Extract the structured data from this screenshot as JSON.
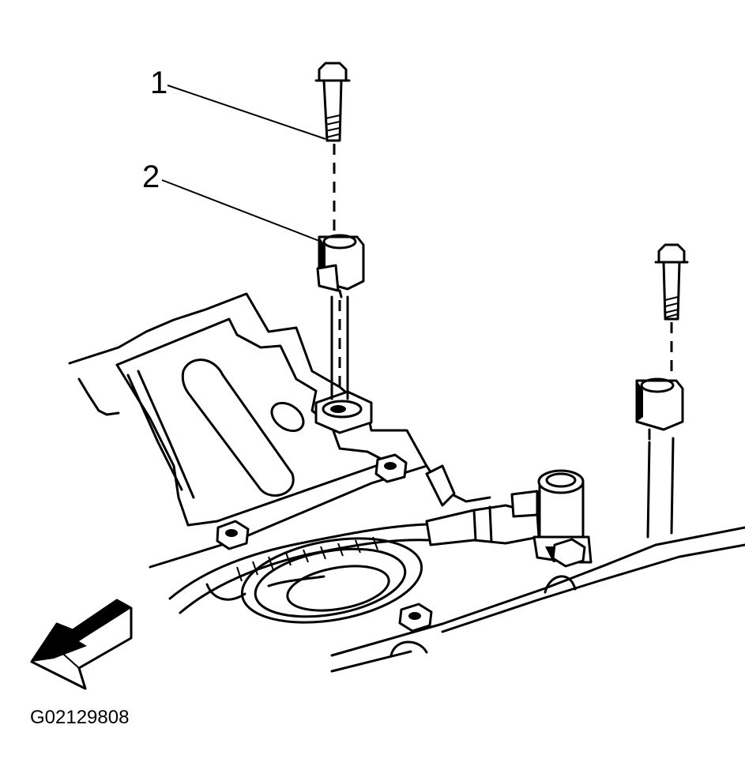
{
  "diagram": {
    "callouts": [
      {
        "label": "1",
        "part": "bolt"
      },
      {
        "label": "2",
        "part": "bracket"
      }
    ],
    "figure_id": "G02129808",
    "icons": [
      "direction-arrow-icon"
    ]
  }
}
